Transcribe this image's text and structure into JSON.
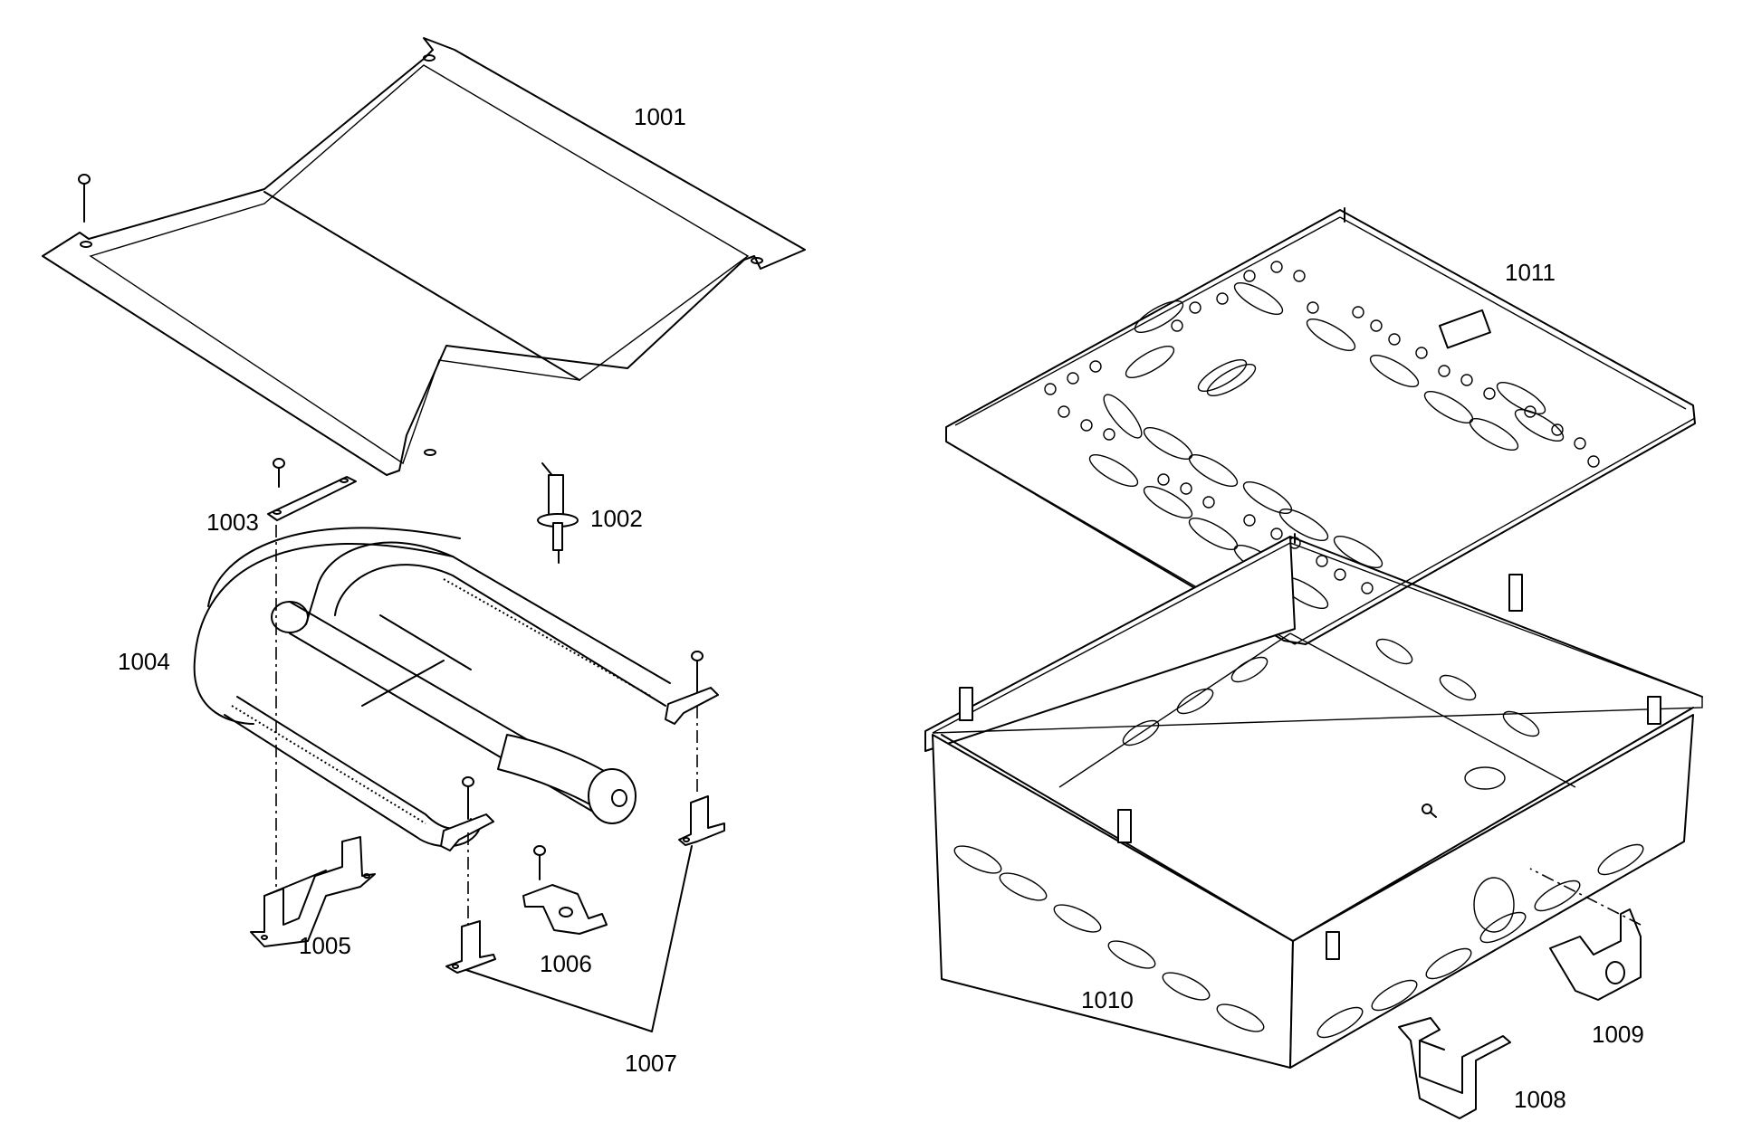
{
  "diagram": {
    "parts": [
      {
        "id": "p1001",
        "label": "1001"
      },
      {
        "id": "p1002",
        "label": "1002"
      },
      {
        "id": "p1003",
        "label": "1003"
      },
      {
        "id": "p1004",
        "label": "1004"
      },
      {
        "id": "p1005",
        "label": "1005"
      },
      {
        "id": "p1006",
        "label": "1006"
      },
      {
        "id": "p1007",
        "label": "1007"
      },
      {
        "id": "p1008",
        "label": "1008"
      },
      {
        "id": "p1009",
        "label": "1009"
      },
      {
        "id": "p1010",
        "label": "1010"
      },
      {
        "id": "p1011",
        "label": "1011"
      }
    ]
  }
}
